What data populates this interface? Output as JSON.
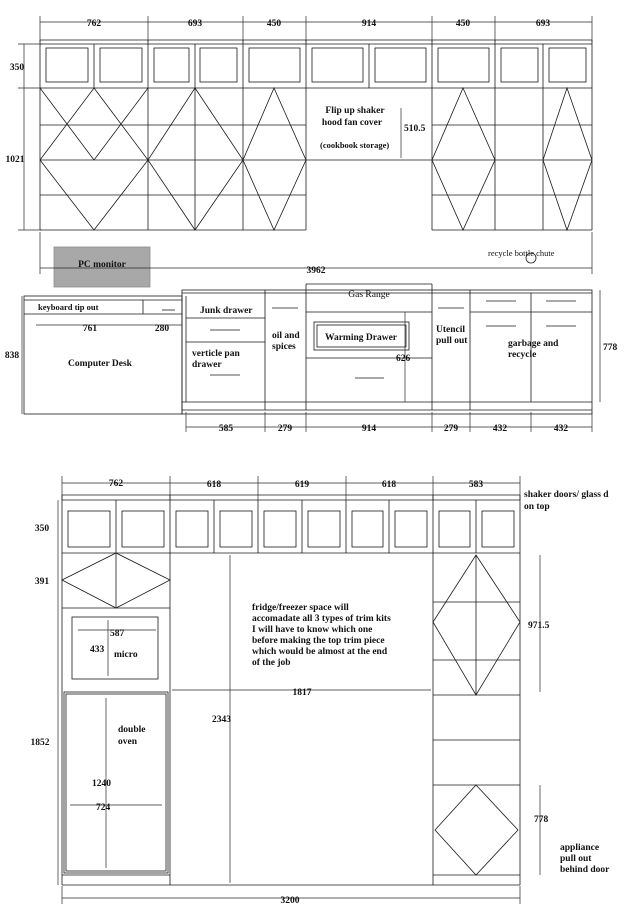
{
  "upper_elevation": {
    "top_widths": [
      "762",
      "693",
      "450",
      "914",
      "450",
      "693"
    ],
    "upper_height": "350",
    "wall_height": "1021",
    "hood_label": "Flip up shaker\nhood fan cover",
    "hood_dim": "510.5",
    "hood_storage": "(cookbook storage)",
    "recycle_label": "recycle bottle chute",
    "pc_monitor": "PC monitor",
    "overall_width": "3962"
  },
  "base_elevation": {
    "keyboard_label": "keyboard tip out",
    "desk_label": "Computer Desk",
    "desk_height": "838",
    "desk_widths": [
      "761",
      "280"
    ],
    "junk_drawer": "Junk drawer",
    "pan_drawer": "verticle pan\ndrawer",
    "oil_spices": "oil and\nspices",
    "gas_range": "Gas Range",
    "warming_drawer": "Warming Drawer",
    "range_height": "626",
    "utensil": "Utencil\npull out",
    "garbage": "garbage and\nrecycle",
    "base_height": "778",
    "bottom_widths": [
      "585",
      "279",
      "914",
      "279",
      "432",
      "432"
    ]
  },
  "pantry_elevation": {
    "top_widths": [
      "762",
      "618",
      "619",
      "618",
      "583"
    ],
    "shaker_note": "shaker doors/ glass d\non top",
    "upper_height": "350",
    "diamond_height": "391",
    "micro_width": "587",
    "micro_height": "433",
    "micro_label": "micro",
    "oven_label": "double\noven",
    "oven_height": "1240",
    "oven_width": "724",
    "left_height": "1852",
    "fridge_note": "fridge/freezer space will\naccomadate all 3 types of trim kits\nI will have to know which one\nbefore making the top trim piece\nwhich would be almost at the end\nof the job",
    "fridge_height": "2343",
    "fridge_width": "1817",
    "right_upper_height": "971.5",
    "right_lower_height": "778",
    "appliance_note": "appliance\npull out\nbehind door",
    "overall_width": "3200"
  }
}
